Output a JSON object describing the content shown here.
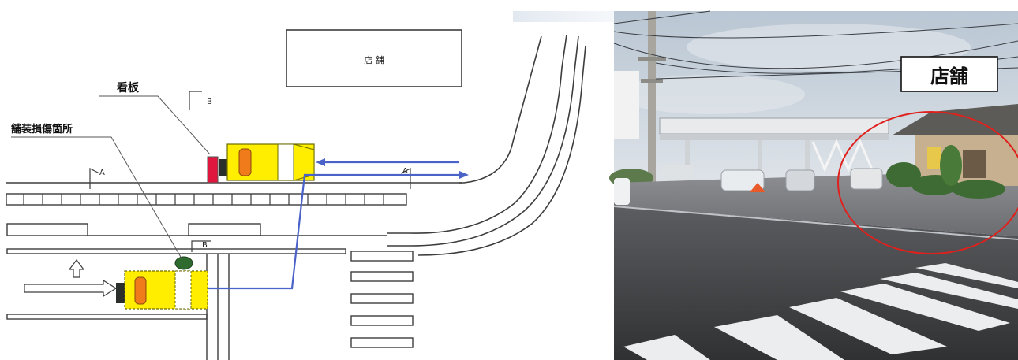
{
  "diagram": {
    "store_box_label": "店 舗",
    "signboard_label": "看板",
    "damage_location_label": "舗装損傷箇所",
    "section_markers": {
      "a_left": "A",
      "a_right": "A",
      "b_top": "B",
      "b_bottom": "B"
    }
  },
  "photo": {
    "store_callout": "店舗",
    "colors": {
      "sky": "#c9d3dd",
      "road": "#3f4144",
      "crosswalk": "#ecedee",
      "highlight_circle": "#e0201c"
    }
  },
  "colors": {
    "truck_body": "#ffee00",
    "truck_stripe": "#f07b1a",
    "truck_cab": "#2b2f2b",
    "signboard": "#e0163e",
    "route_arrow": "#4b63c8",
    "damage_marker": "#2f6b2f",
    "line": "#3d3d3d"
  }
}
